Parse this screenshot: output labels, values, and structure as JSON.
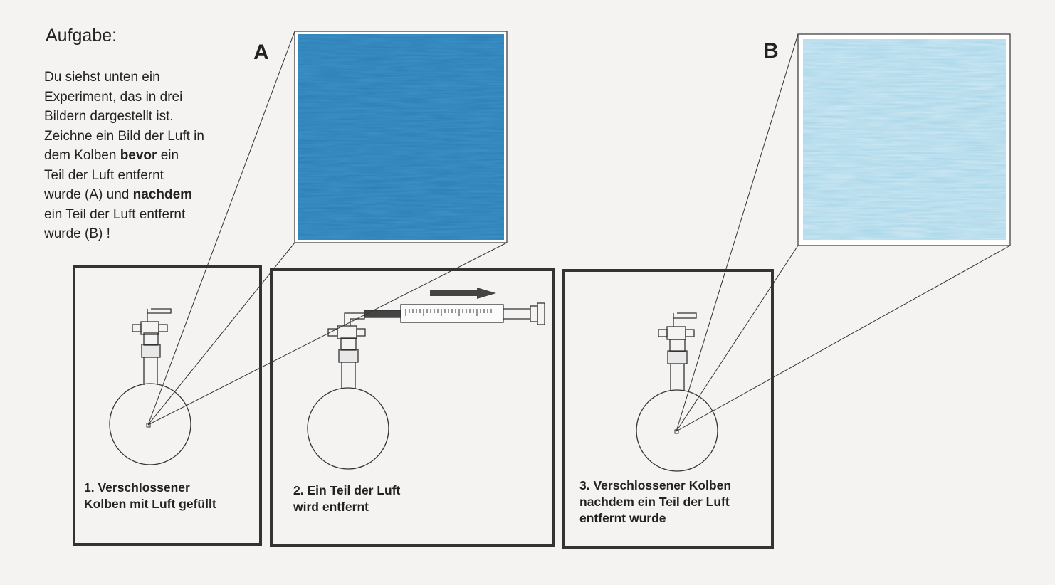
{
  "task": {
    "title": "Aufgabe:",
    "text_before_bevor": "Du siehst unten ein\nExperiment, das in drei\nBildern dargestellt ist.\nZeichne ein Bild der Luft in\ndem Kolben ",
    "bevor": "bevor",
    "text_between": " ein\nTeil der Luft entfernt\nwurde (A) und ",
    "nachdem": "nachdem",
    "text_after_nachdem": "\nein Teil der Luft entfernt\nwurde (B) !"
  },
  "zoom_labels": {
    "a": "A",
    "b": "B"
  },
  "panels": [
    {
      "caption": "1. Verschlossener\n Kolben mit Luft gefüllt"
    },
    {
      "caption": "2. Ein Teil der Luft\nwird entfernt"
    },
    {
      "caption": "3. Verschlossener Kolben\nnachdem ein Teil der Luft\nentfernt wurde"
    }
  ],
  "colors": {
    "drawing_a": "#3a8fc4",
    "drawing_b": "#bfe1ef",
    "line": "#333333",
    "paper": "#f4f3f1"
  }
}
